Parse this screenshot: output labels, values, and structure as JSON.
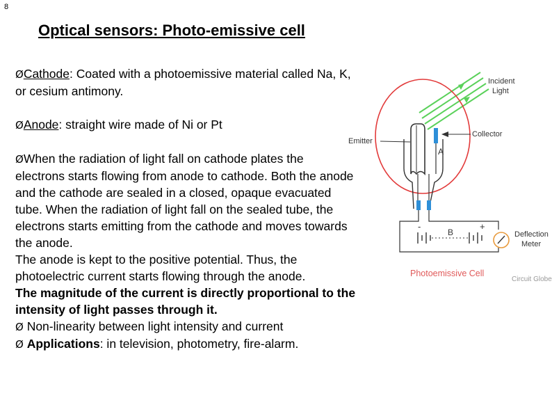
{
  "slide_number": "8",
  "title": "Optical sensors: Photo-emissive cell",
  "bullet_glyph": "Ø",
  "content": {
    "cathode_term": "Cathode",
    "cathode_text": ": Coated with a photoemissive material called Na, K, or cesium antimony.",
    "anode_term": "Anode",
    "anode_text": ": straight wire made of Ni or Pt",
    "radiation_text": "When the radiation of light fall on cathode plates the electrons starts flowing from anode to cathode. Both the anode and the cathode are sealed in a closed, opaque evacuated tube. When the radiation of light fall on the sealed tube, the electrons starts emitting from the cathode and moves towards the anode.",
    "potential_text": "The anode is kept to the positive potential. Thus, the photoelectric current starts flowing through the anode.",
    "magnitude_text": "The magnitude of the current is directly proportional to the intensity of light passes through it.",
    "nonlinearity_text": "Non-linearity between light intensity and current",
    "applications_term": "Applications",
    "applications_text": ": in television, photometry, fire-alarm."
  },
  "diagram": {
    "incident_light_line1": "Incident",
    "incident_light_line2": "Light",
    "emitter_label": "Emitter",
    "collector_label": "Collector",
    "anode_letter": "A",
    "minus_sign": "-",
    "battery_label": "B",
    "plus_sign": "+",
    "meter_label_line1": "Deflection",
    "meter_label_line2": "Meter",
    "caption": "Photoemissive Cell",
    "watermark": "Circuit Globe",
    "colors": {
      "light_rays": "#5ad15a",
      "envelope": "#e23a3a",
      "electrode": "#2e8fd8",
      "caption": "#e05a5a",
      "meter": "#e89a3c"
    }
  }
}
